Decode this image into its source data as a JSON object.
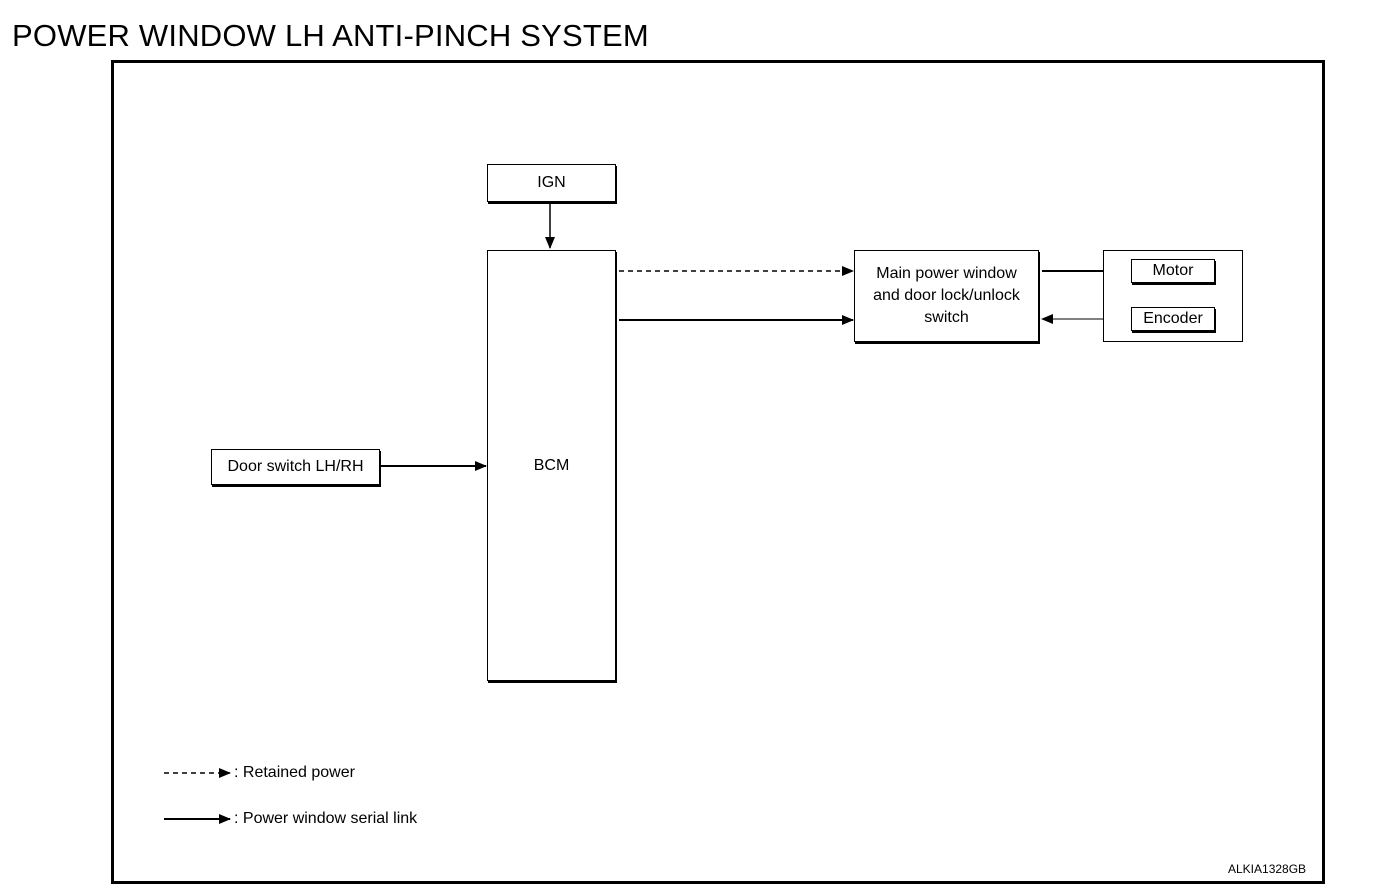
{
  "title": "POWER WINDOW LH ANTI-PINCH SYSTEM",
  "blocks": {
    "ign": "IGN",
    "bcm": "BCM",
    "door_switch": "Door switch LH/RH",
    "main_switch": "Main power window and door lock/unlock switch",
    "motor": "Motor",
    "encoder": "Encoder"
  },
  "legend": {
    "retained_power": ": Retained power",
    "serial_link": ": Power window serial link"
  },
  "figure_code": "ALKIA1328GB"
}
